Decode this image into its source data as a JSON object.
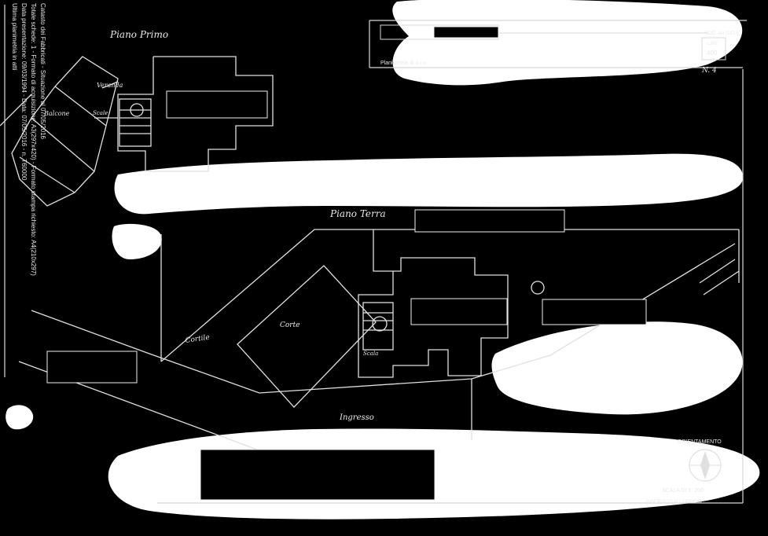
{
  "floor_labels": {
    "top_floor": "Piano Primo",
    "bottom_floor": "Piano Terra"
  },
  "room_labels": {
    "veranda": "Veranda",
    "balcone": "Balcone",
    "corte": "Corte",
    "cortile": "Cortile",
    "ingresso": "Ingresso",
    "scala": "Scala",
    "stairs_small": "Scale"
  },
  "margin_notes": {
    "line1": "Ultima planimetria in atti",
    "line2": "Data presentazione: 09/03/1994 - Data: 07/05/2016 - n. T60000",
    "line3": "Totale schede: 1 - Formato di acquisizione: A3(297x420) - Formato stampa richiesto: A4(210x297)",
    "line4": "Catasto dei Fabbricati - Situazione al 07/05/2016"
  },
  "header": {
    "mod": "MOD. AN (CEU)",
    "lire": "LIRE",
    "amount": "400",
    "planimetria": "Planimetria di u.i.u.",
    "sheet_number": "N. 4"
  },
  "title_block": {
    "orientation_label": "ORIENTAMENTO",
    "scale_label": "SCALA DI 1: 200",
    "office_label": "RISERVATO ALL'UFFICIO"
  },
  "redactions_count": 7
}
